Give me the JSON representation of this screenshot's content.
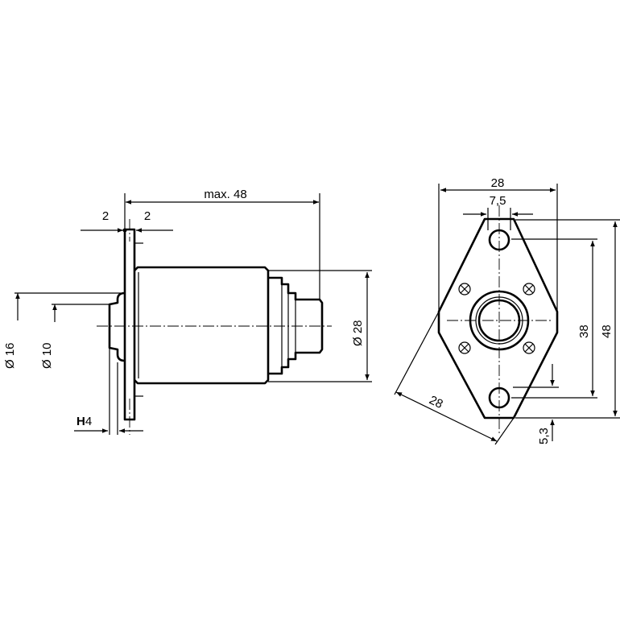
{
  "side_view": {
    "dims": {
      "overall_length": "max. 48",
      "flange_thickness_left": "2",
      "flange_thickness_right": "2",
      "thread_prefix": "H",
      "thread_value": "4",
      "diameter_outer": "Ø 16",
      "diameter_inner": "Ø 10",
      "diameter_body": "Ø 28"
    }
  },
  "front_view": {
    "dims": {
      "width_top": "28",
      "hole_spacing": "7,5",
      "height_inner": "38",
      "height_outer": "48",
      "diagonal": "28",
      "offset": "5,3"
    }
  }
}
